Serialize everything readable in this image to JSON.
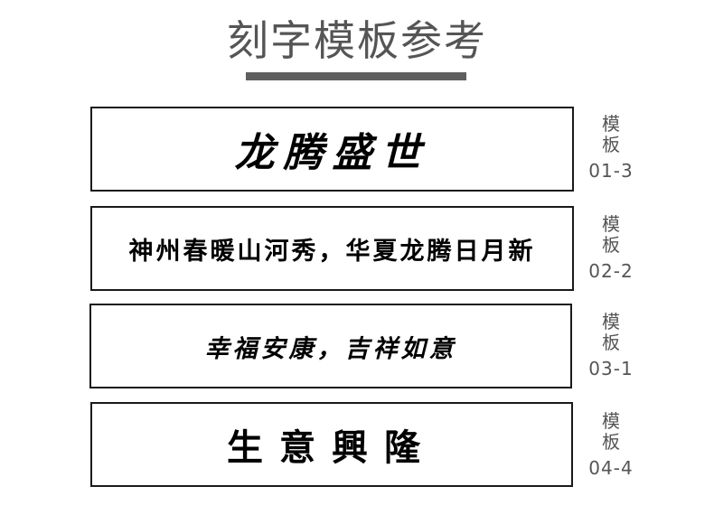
{
  "header": {
    "title": "刻字模板参考"
  },
  "templates": [
    {
      "text": "龙腾盛世",
      "label_line1": "模",
      "label_line2": "板",
      "code": "01-3"
    },
    {
      "text": "神州春暖山河秀，华夏龙腾日月新",
      "label_line1": "模",
      "label_line2": "板",
      "code": "02-2"
    },
    {
      "text": "幸福安康，吉祥如意",
      "label_line1": "模",
      "label_line2": "板",
      "code": "03-1"
    },
    {
      "text": "生意興隆",
      "label_line1": "模",
      "label_line2": "板",
      "code": "04-4"
    }
  ],
  "colors": {
    "title_text": "#555555",
    "underline": "#5f5f5f",
    "plate_border": "#1a1a1a",
    "label_text": "#555555"
  }
}
